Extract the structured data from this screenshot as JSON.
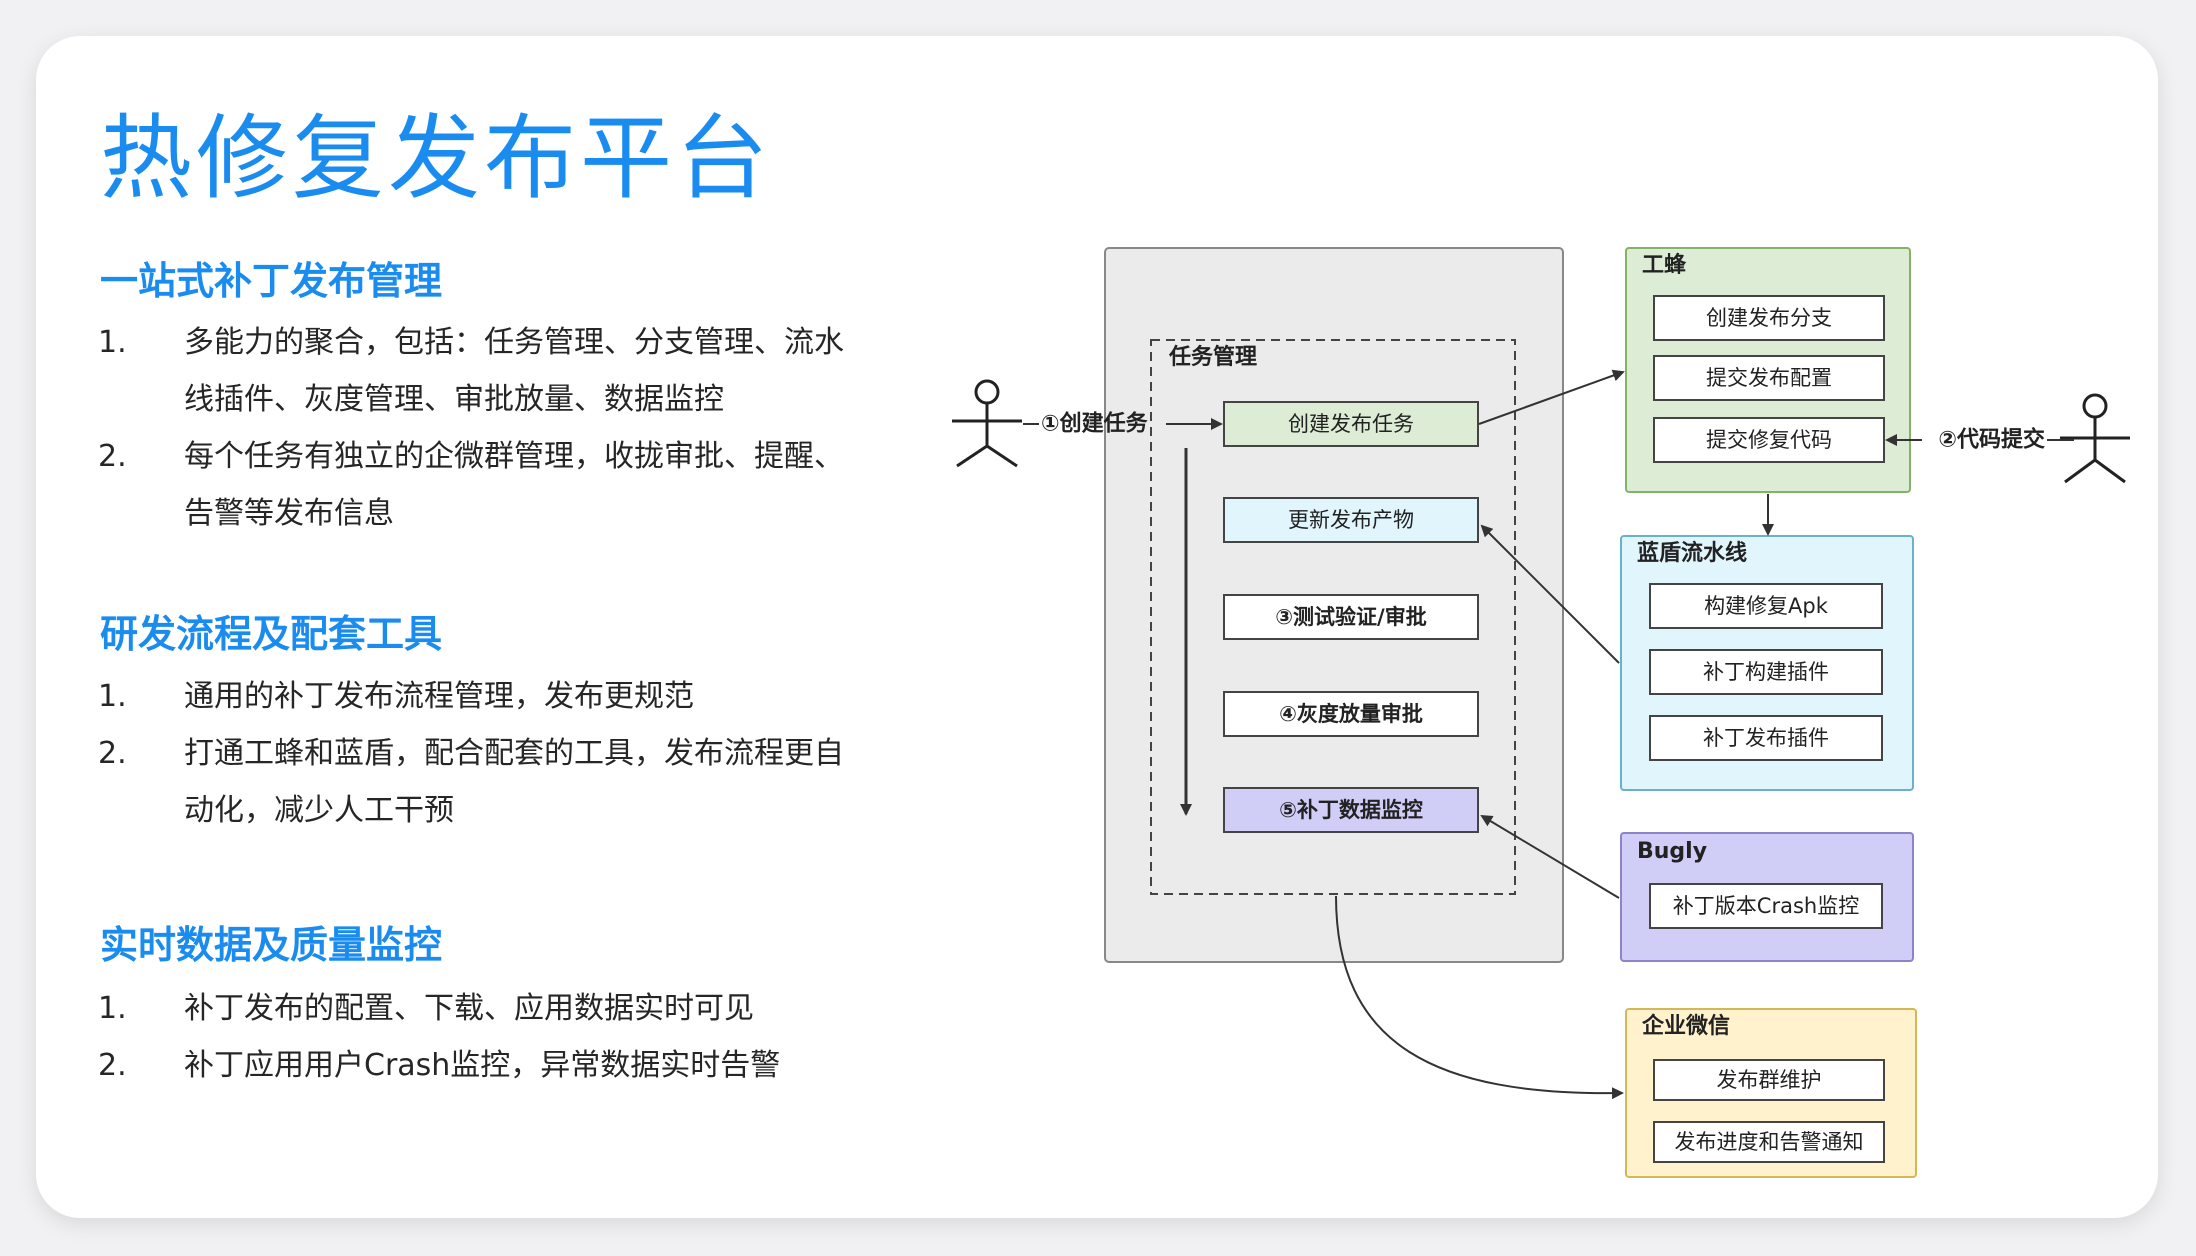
{
  "title": "热修复发布平台",
  "sections": [
    {
      "title": "一站式补丁发布管理",
      "items": [
        {
          "num": "1.",
          "lines": [
            "多能力的聚合，包括：任务管理、分支管理、流水",
            "线插件、灰度管理、审批放量、数据监控"
          ]
        },
        {
          "num": "2.",
          "lines": [
            "每个任务有独立的企微群管理，收拢审批、提醒、",
            "告警等发布信息"
          ]
        }
      ]
    },
    {
      "title": "研发流程及配套工具",
      "items": [
        {
          "num": "1.",
          "lines": [
            "通用的补丁发布流程管理，发布更规范"
          ]
        },
        {
          "num": "2.",
          "lines": [
            "打通工蜂和蓝盾，配合配套的工具，发布流程更自",
            "动化，减少人工干预"
          ]
        }
      ]
    },
    {
      "title": "实时数据及质量监控",
      "items": [
        {
          "num": "1.",
          "lines": [
            "补丁发布的配置、下载、应用数据实时可见"
          ]
        },
        {
          "num": "2.",
          "lines": [
            "补丁应用用户Crash监控，异常数据实时告警"
          ]
        }
      ]
    }
  ],
  "diagram": {
    "task_group": {
      "title": "任务管理",
      "steps": [
        "创建发布任务",
        "更新发布产物",
        "③测试验证/审批",
        "④灰度放量审批",
        "⑤补丁数据监控"
      ]
    },
    "gongfeng": {
      "title": "工蜂",
      "items": [
        "创建发布分支",
        "提交发布配置",
        "提交修复代码"
      ]
    },
    "landun": {
      "title": "蓝盾流水线",
      "items": [
        "构建修复Apk",
        "补丁构建插件",
        "补丁发布插件"
      ]
    },
    "bugly": {
      "title": "Bugly",
      "items": [
        "补丁版本Crash监控"
      ]
    },
    "wecom": {
      "title": "企业微信",
      "items": [
        "发布群维护",
        "发布进度和告警通知"
      ]
    },
    "edges": {
      "create_task": "①创建任务",
      "submit_code": "②代码提交"
    },
    "colors": {
      "green_fill": "#dcecd5",
      "green_stroke": "#82b366",
      "cyan_fill": "#e1f5fd",
      "cyan_stroke": "#6ab0cf",
      "purple_fill": "#d0cdf7",
      "purple_stroke": "#8d83c9",
      "yellow_fill": "#fff2cc",
      "yellow_stroke": "#d6b656",
      "gray_fill": "#ebebeb",
      "gray_stroke": "#888888"
    }
  }
}
